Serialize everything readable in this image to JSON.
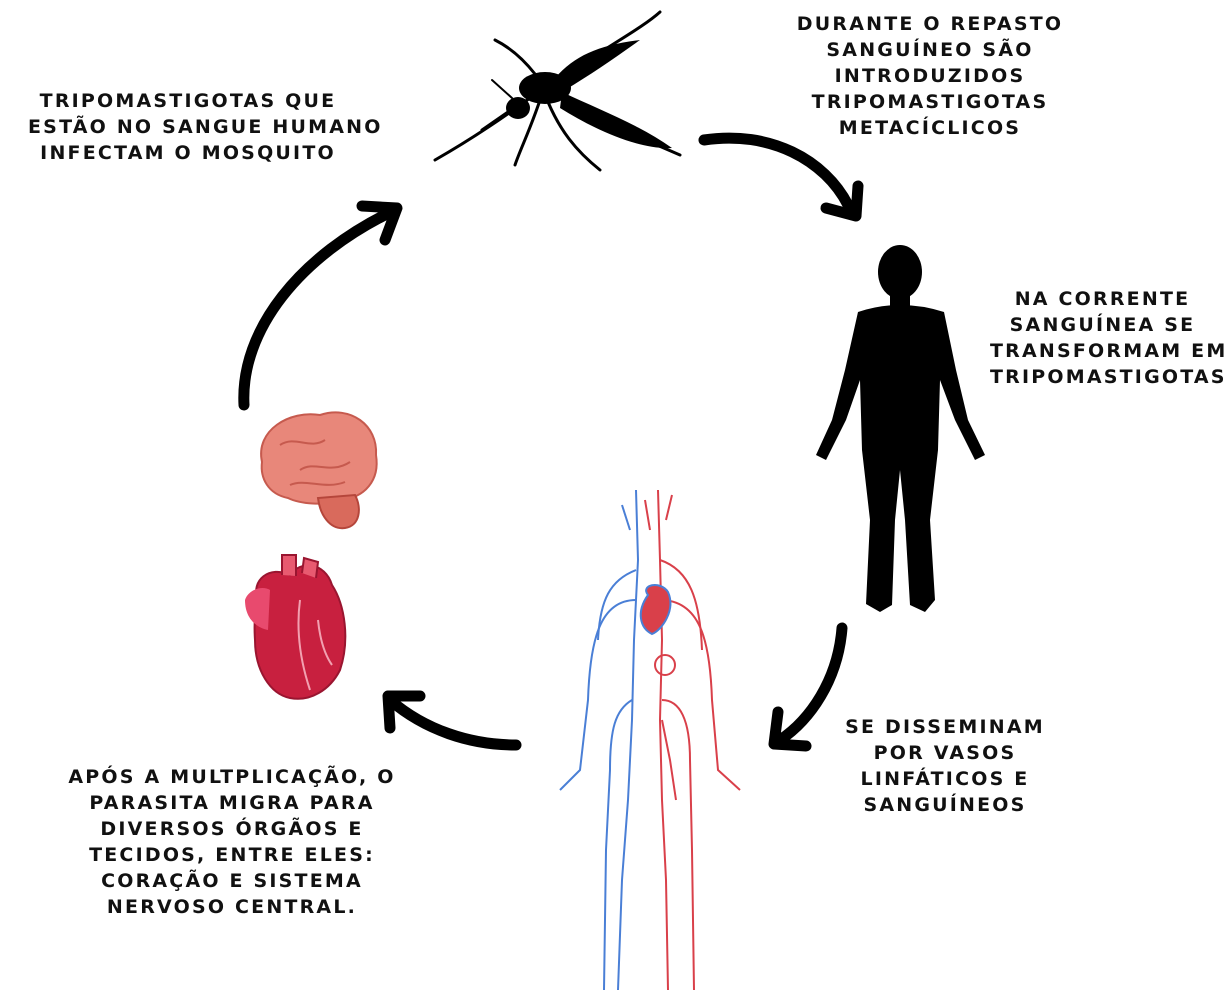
{
  "steps": [
    {
      "id": "mosquito-infection",
      "lines": [
        "TRIPOMASTIGOTAS  QUE",
        "ESTÃO NO SANGUE HUMANO",
        "INFECTAM O MOSQUITO"
      ]
    },
    {
      "id": "blood-meal",
      "lines": [
        "DURANTE O REPASTO",
        "SANGUÍNEO SÃO",
        "INTRODUZIDOS",
        "TRIPOMASTIGOTAS",
        "METACÍCLICOS"
      ]
    },
    {
      "id": "bloodstream",
      "lines": [
        "NA CORRENTE",
        "SANGUÍNEA SE",
        "TRANSFORMAM EM",
        "TRIPOMASTIGOTAS"
      ]
    },
    {
      "id": "dissemination",
      "lines": [
        "SE DISSEMINAM",
        "POR VASOS",
        "LINFÁTICOS E",
        "SANGUÍNEOS"
      ]
    },
    {
      "id": "organs",
      "lines": [
        "APÓS A MULTPLICAÇÃO, O",
        "PARASITA MIGRA PARA",
        "DIVERSOS ÓRGÃOS E",
        "TECIDOS, ENTRE ELES:",
        "CORAÇÃO E SISTEMA",
        "NERVOSO CENTRAL."
      ]
    }
  ],
  "illustrations": {
    "mosquito": "mosquito-silhouette",
    "human": "human-silhouette",
    "vessels": "circulatory-system",
    "brain": "brain",
    "heart": "heart"
  },
  "colors": {
    "text": "#111111",
    "arrow": "#000000",
    "artery": "#d9404a",
    "vein": "#4a7fd6",
    "brain": "#e8877a",
    "heart": "#c8203f"
  }
}
